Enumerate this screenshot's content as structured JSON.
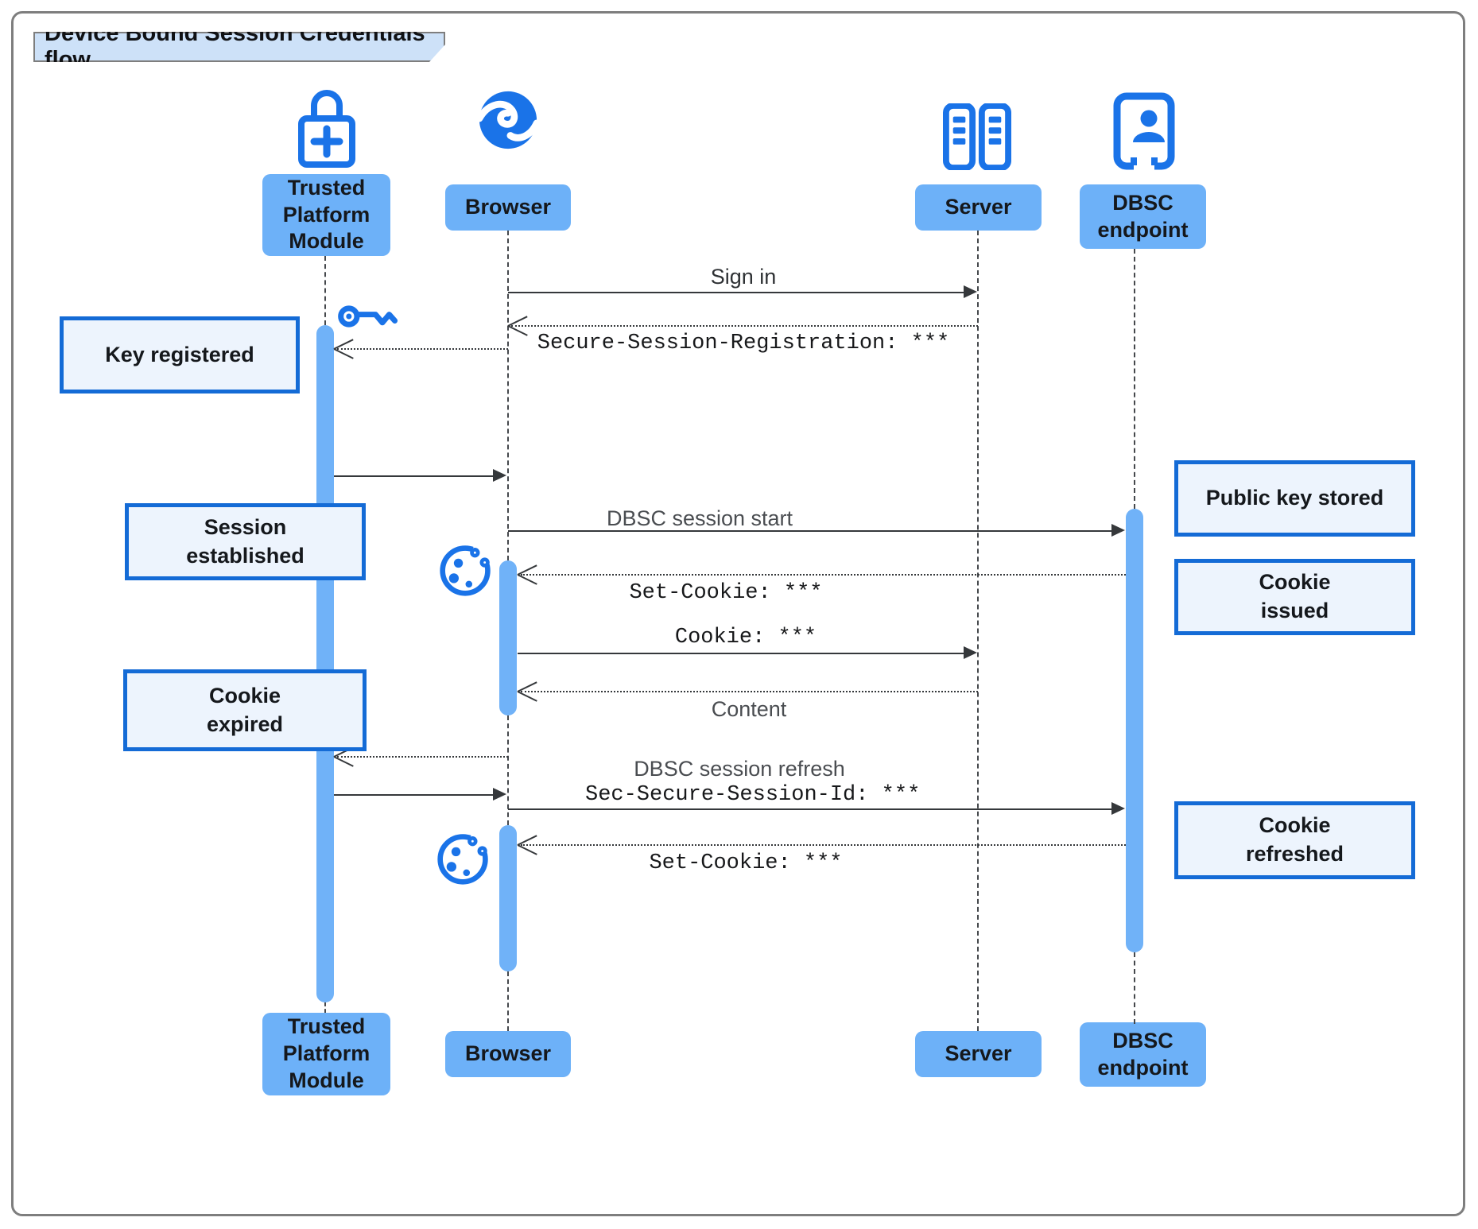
{
  "title": "Device Bound Session Credentials flow",
  "colors": {
    "icon_blue": "#1a73e8",
    "participant_fill": "#6db1f8",
    "activation_fill": "#70b2f8",
    "note_fill": "#edf4fd",
    "note_border": "#146bd6",
    "title_fill": "#cde1f8",
    "frame_border": "#7e7e7e",
    "arrow_color": "#35383b"
  },
  "participants": {
    "tpm": {
      "lines": [
        "Trusted",
        "Platform",
        "Module"
      ]
    },
    "browser": {
      "label": "Browser"
    },
    "server": {
      "label": "Server"
    },
    "dbsc": {
      "lines": [
        "DBSC",
        "endpoint"
      ]
    }
  },
  "messages": {
    "sign_in": "Sign in",
    "secure_session_registration": "Secure-Session-Registration: ***",
    "dbsc_session_start": "DBSC session start",
    "set_cookie_1": "Set-Cookie: ***",
    "cookie": "Cookie: ***",
    "content": "Content",
    "dbsc_session_refresh": "DBSC session refresh",
    "sec_secure_session_id": "Sec-Secure-Session-Id: ***",
    "set_cookie_2": "Set-Cookie: ***"
  },
  "notes": {
    "key_registered": {
      "lines": [
        "Key registered"
      ]
    },
    "session_established": {
      "lines": [
        "Session",
        "established"
      ]
    },
    "cookie_expired": {
      "lines": [
        "Cookie",
        "expired"
      ]
    },
    "public_key_stored": {
      "lines": [
        "Public key stored"
      ]
    },
    "cookie_issued": {
      "lines": [
        "Cookie",
        "issued"
      ]
    },
    "cookie_refreshed": {
      "lines": [
        "Cookie",
        "refreshed"
      ]
    }
  }
}
